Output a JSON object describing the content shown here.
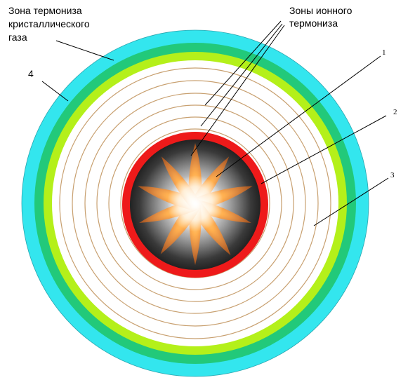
{
  "labels": {
    "crystal_gas_line1": "Зона термониза",
    "crystal_gas_line2": "кристаллического",
    "crystal_gas_line3": "газа",
    "ionic_line1": "Зоны ионного",
    "ionic_line2": "термониза",
    "n1": "1",
    "n2": "2",
    "n3": "3",
    "n4": "4"
  },
  "colors": {
    "outer_ring": "#33e6ee",
    "middle_ring": "#22c97a",
    "inner_ring": "#b4f01a",
    "thin_rings": "#c8a070",
    "core_border": "#ee1a1a",
    "core_dark": "#2a2a2a",
    "flame": "#ff8a2a",
    "background": "#ffffff"
  }
}
